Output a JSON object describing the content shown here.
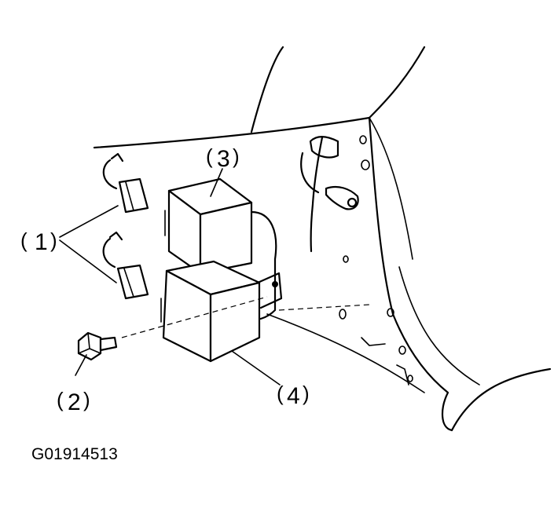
{
  "figure_code": "G01914513",
  "callouts": [
    {
      "id": "1",
      "label": "1"
    },
    {
      "id": "2",
      "label": "2"
    },
    {
      "id": "3",
      "label": "3"
    },
    {
      "id": "4",
      "label": "4"
    }
  ]
}
